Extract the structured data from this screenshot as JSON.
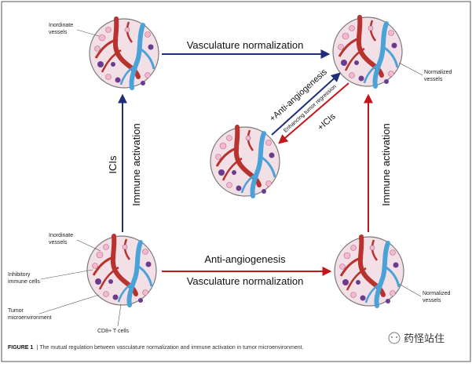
{
  "labels": {
    "top_left_vessels": [
      "Inordinate",
      "vessels"
    ],
    "bottom_left_vessels": [
      "Inordinate",
      "vessels"
    ],
    "top_right_vessels": [
      "Normalized",
      "vessels"
    ],
    "bottom_right_vessels": [
      "Normalized",
      "vessels"
    ],
    "inhibitory": [
      "Inhibitory",
      "immune cells"
    ],
    "tumor": [
      "Tumor",
      "microenvironment"
    ],
    "cd8": "CD8+ T cells"
  },
  "arrows": {
    "top": "Vasculature normalization",
    "left_icis": "ICIs",
    "left_immune": "Immune activation",
    "right_immune": "Immune activation",
    "bottom_anti": "Anti-angiogenesis",
    "bottom_vasc": "Vasculature normalization",
    "diag_anti": "+Anti-angiogenesis",
    "diag_enh": "Enhancing tumor regression",
    "diag_icis": "+ICIs"
  },
  "caption": {
    "figure_label": "FIGURE 1",
    "separator": " | ",
    "text": "The mutual regulation between vasculature normalization and immune activation in tumor microenvironment."
  },
  "watermark": "药怪站住",
  "colors": {
    "blue_arrow": "#1f2e7a",
    "red_arrow": "#c4161c",
    "circle_fill": "#f3dfe6",
    "vessel_red": "#b8322e",
    "vessel_blue": "#4aa3d8",
    "cell_pink": "#f4b8d0",
    "cell_purple": "#6b3c8e"
  }
}
